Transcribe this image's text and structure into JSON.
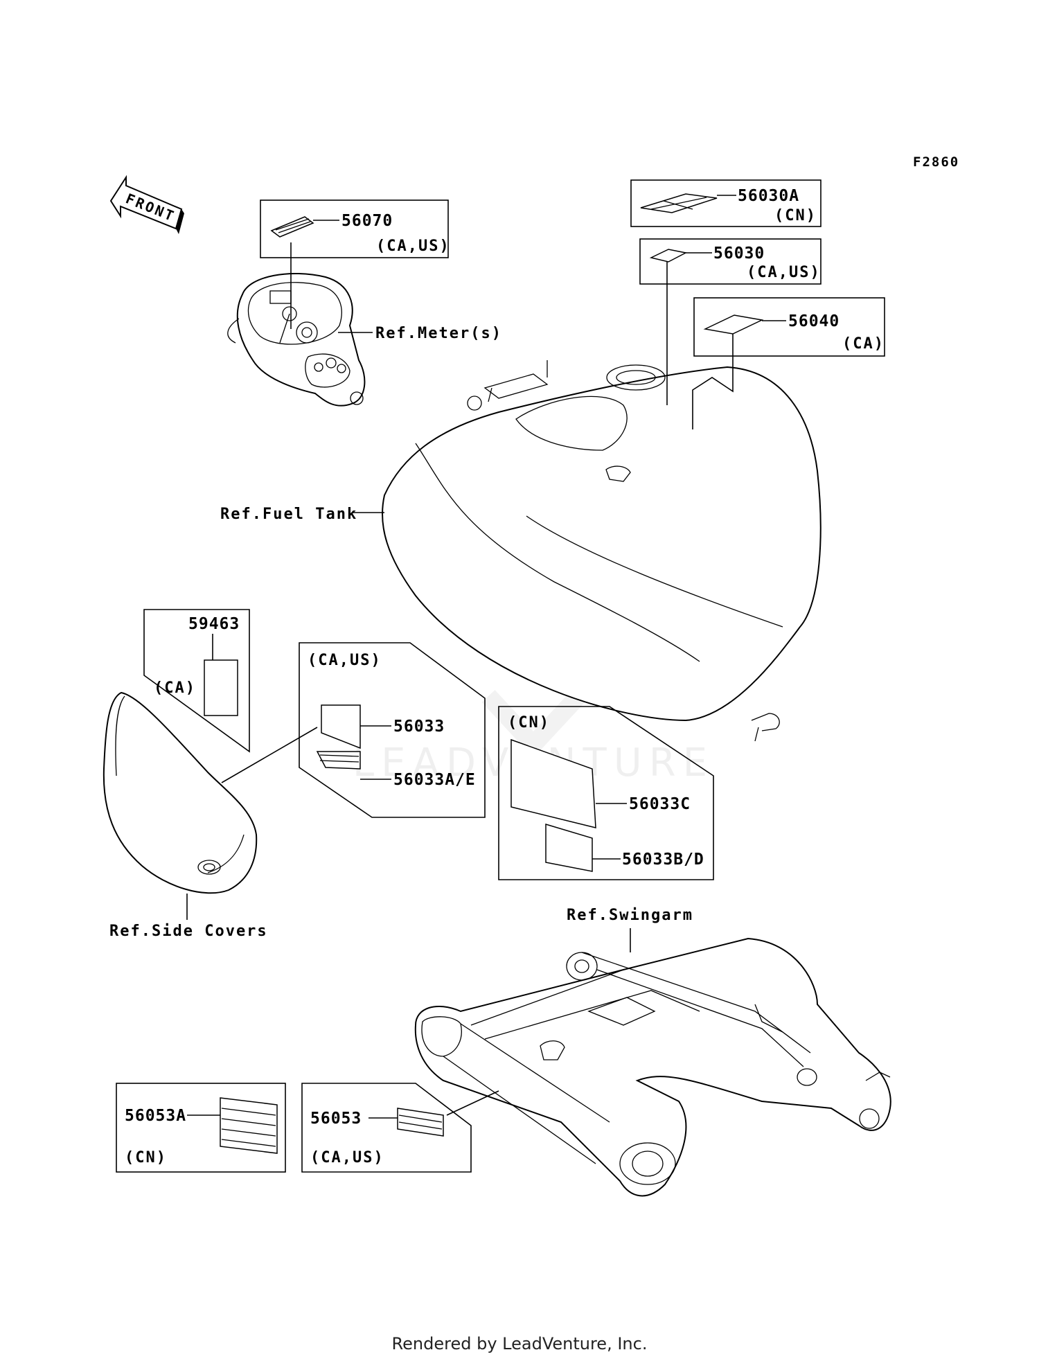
{
  "figure_code": "F2860",
  "front_label": "FRONT",
  "watermark": "LEADVENTURE",
  "footer": "Rendered by LeadVenture, Inc.",
  "references": {
    "meter": "Ref.Meter(s)",
    "fuel_tank": "Ref.Fuel Tank",
    "side_covers": "Ref.Side Covers",
    "swingarm": "Ref.Swingarm"
  },
  "labels": {
    "p56070": {
      "part": "56070",
      "region": "(CA,US)"
    },
    "p56030A": {
      "part": "56030A",
      "region": "(CN)"
    },
    "p56030": {
      "part": "56030",
      "region": "(CA,US)"
    },
    "p56040": {
      "part": "56040",
      "region": "(CA)"
    },
    "p59463": {
      "part": "59463",
      "region": "(CA)"
    },
    "group_ca_us": {
      "region": "(CA,US)",
      "part_a": "56033",
      "part_b": "56033A/E"
    },
    "group_cn": {
      "region": "(CN)",
      "part_a": "56033C",
      "part_b": "56033B/D"
    },
    "p56053A": {
      "part": "56053A",
      "region": "(CN)"
    },
    "p56053": {
      "part": "56053",
      "region": "(CA,US)"
    }
  }
}
